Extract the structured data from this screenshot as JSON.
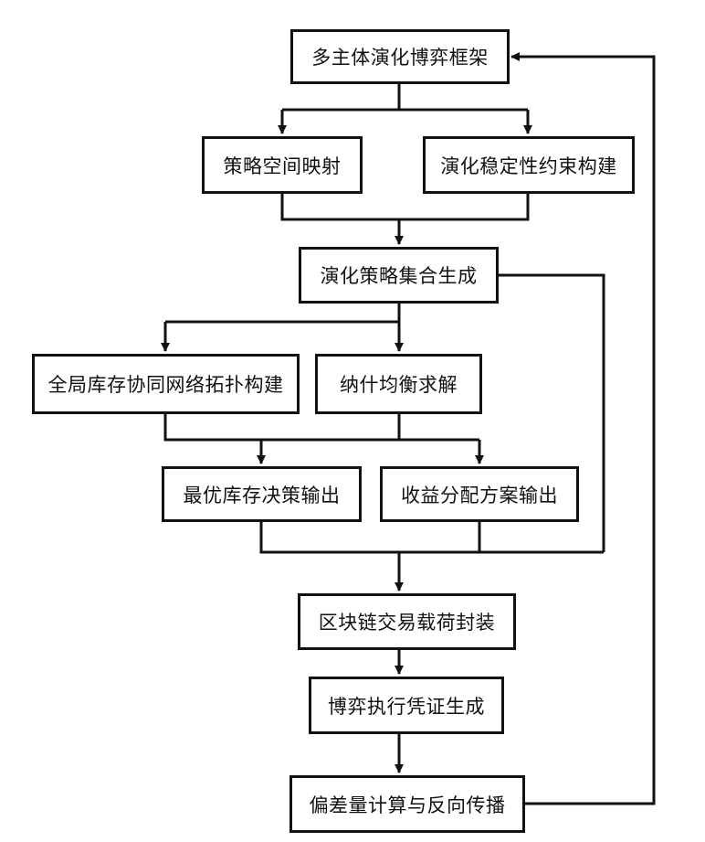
{
  "nodes": {
    "framework": "多主体演化博弈框架",
    "strategy_mapping": "策略空间映射",
    "stability_constraint": "演化稳定性约束构建",
    "strategy_set": "演化策略集合生成",
    "network_topology": "全局库存协同网络拓扑构建",
    "nash_solution": "纳什均衡求解",
    "optimal_inventory": "最优库存决策输出",
    "revenue_allocation": "收益分配方案输出",
    "blockchain_payload": "区块链交易载荷封装",
    "execution_voucher": "博弈执行凭证生成",
    "deviation_backprop": "偏差量计算与反向传播"
  },
  "colors": {
    "stroke": "#111111",
    "background": "#ffffff",
    "text": "#111111"
  }
}
